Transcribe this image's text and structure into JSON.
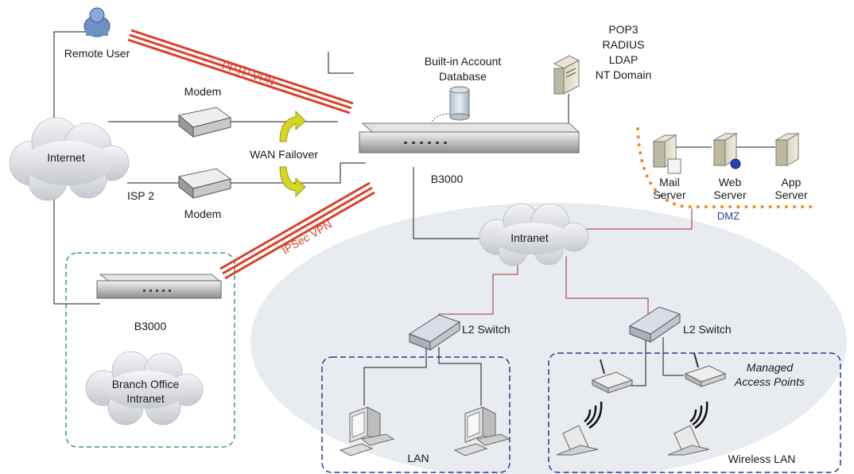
{
  "labels": {
    "remote_user": "Remote User",
    "pptp_vpn": "PPTP VPN",
    "built_in_db_1": "Built-in Account",
    "built_in_db_2": "Database",
    "auth_1": "POP3",
    "auth_2": "RADIUS",
    "auth_3": "LDAP",
    "auth_4": "NT Domain",
    "modem_top": "Modem",
    "modem_bottom": "Modem",
    "internet": "Internet",
    "wan_failover": "WAN Failover",
    "isp2": "ISP 2",
    "b3000_main": "B3000",
    "mail_1": "Mail",
    "mail_2": "Server",
    "web_1": "Web",
    "web_2": "Server",
    "app_1": "App",
    "app_2": "Server",
    "dmz": "DMZ",
    "ipsec_vpn": "IPSec VPN",
    "intranet": "Intranet",
    "b3000_branch": "B3000",
    "branch_1": "Branch Office",
    "branch_2": "Intranet",
    "l2_switch_left": "L2 Switch",
    "l2_switch_right": "L2 Switch",
    "managed_1": "Managed",
    "managed_2": "Access Points",
    "lan": "LAN",
    "wireless_lan": "Wireless LAN"
  },
  "colors": {
    "vpn": "#d8402c",
    "dmz_dots": "#f08a1c",
    "branch_border": "#3aa36a",
    "lan_border": "#2c3a8c",
    "link_red": "#a03030",
    "failover_arrow": "#d6d622",
    "ellipse": "#e8ebef"
  }
}
